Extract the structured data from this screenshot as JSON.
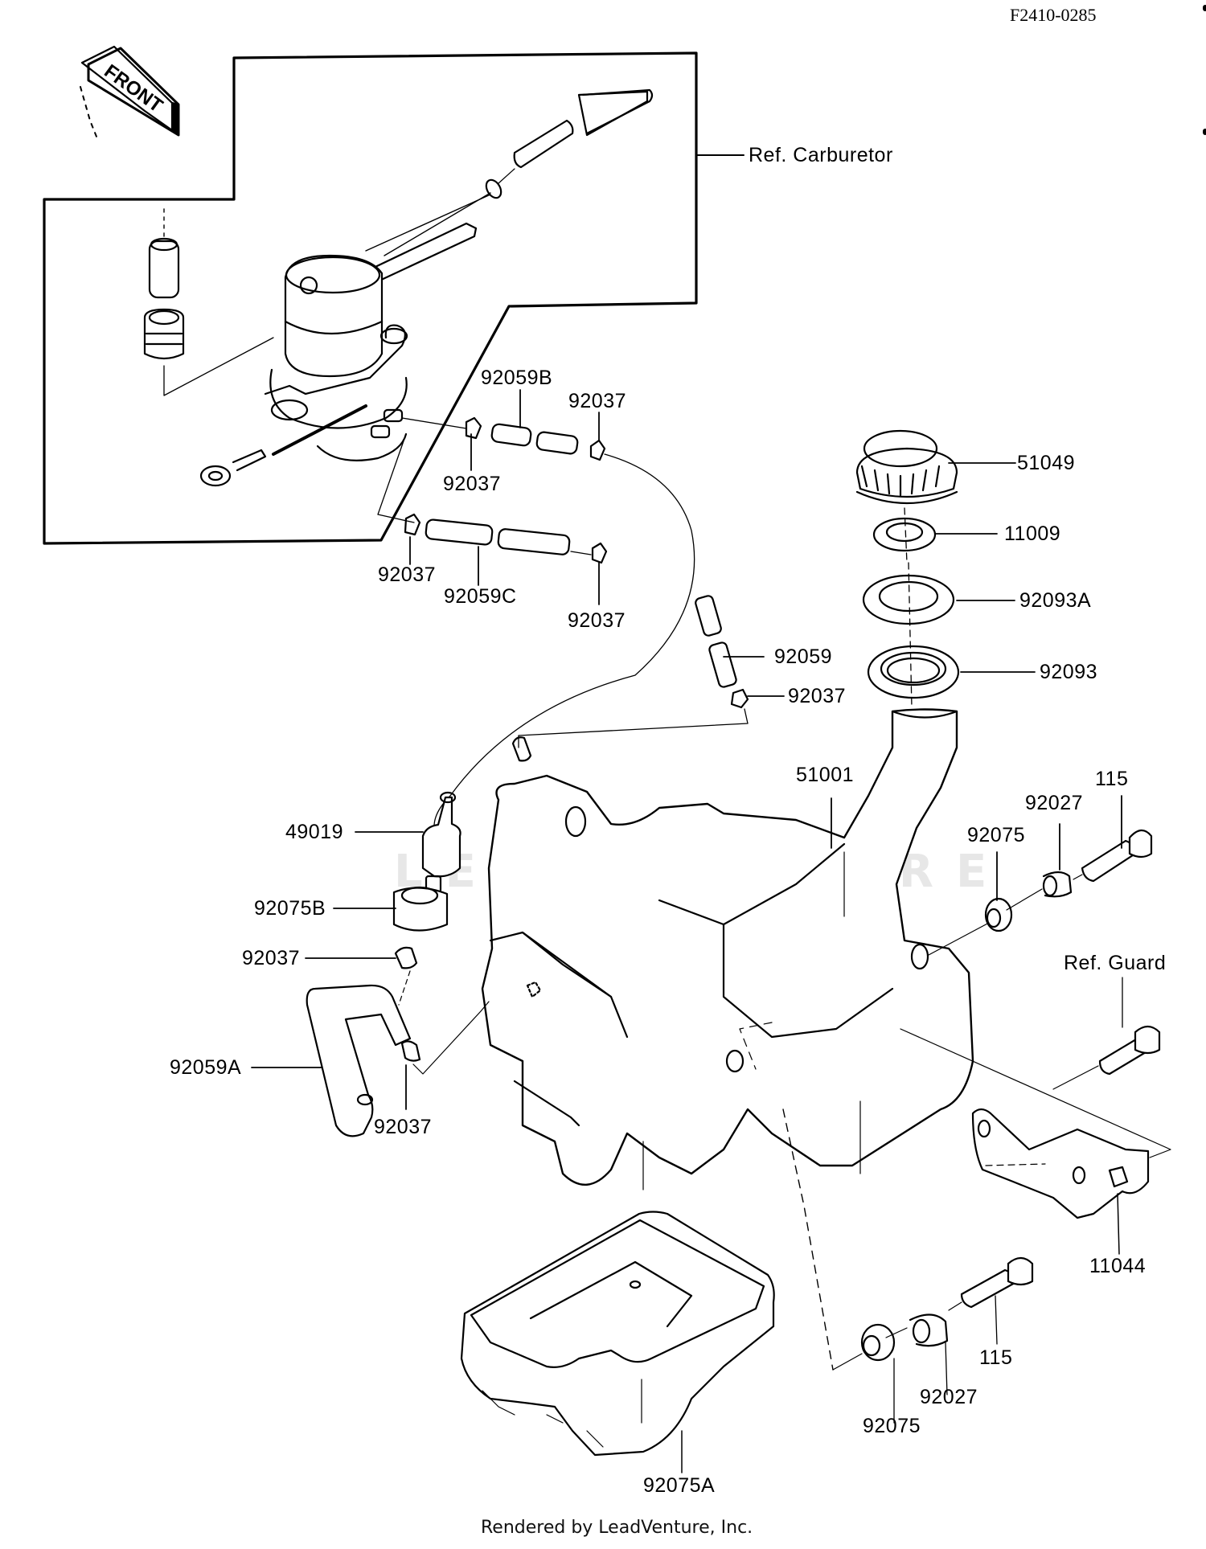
{
  "figure_id": "F2410-0285",
  "front_indicator": "FRONT",
  "watermark": "LEADVENTURE",
  "footer": "Rendered by LeadVenture, Inc.",
  "references": {
    "carburetor": "Ref. Carburetor",
    "guard": "Ref. Guard"
  },
  "parts": {
    "p92059B": "92059B",
    "p92037_a": "92037",
    "p92037_b": "92037",
    "p92037_c": "92037",
    "p92059C": "92059C",
    "p92037_d": "92037",
    "p51049": "51049",
    "p11009": "11009",
    "p92093A": "92093A",
    "p92093": "92093",
    "p92059": "92059",
    "p92037_e": "92037",
    "p51001": "51001",
    "p115_a": "115",
    "p92027_a": "92027",
    "p92075_a": "92075",
    "p49019": "49019",
    "p92075B": "92075B",
    "p92037_f": "92037",
    "p92059A": "92059A",
    "p92037_g": "92037",
    "p11044": "11044",
    "p115_b": "115",
    "p92027_b": "92027",
    "p92075_b": "92075",
    "p92075A": "92075A"
  },
  "icons": {
    "front_arrow": "front-arrow-icon"
  }
}
